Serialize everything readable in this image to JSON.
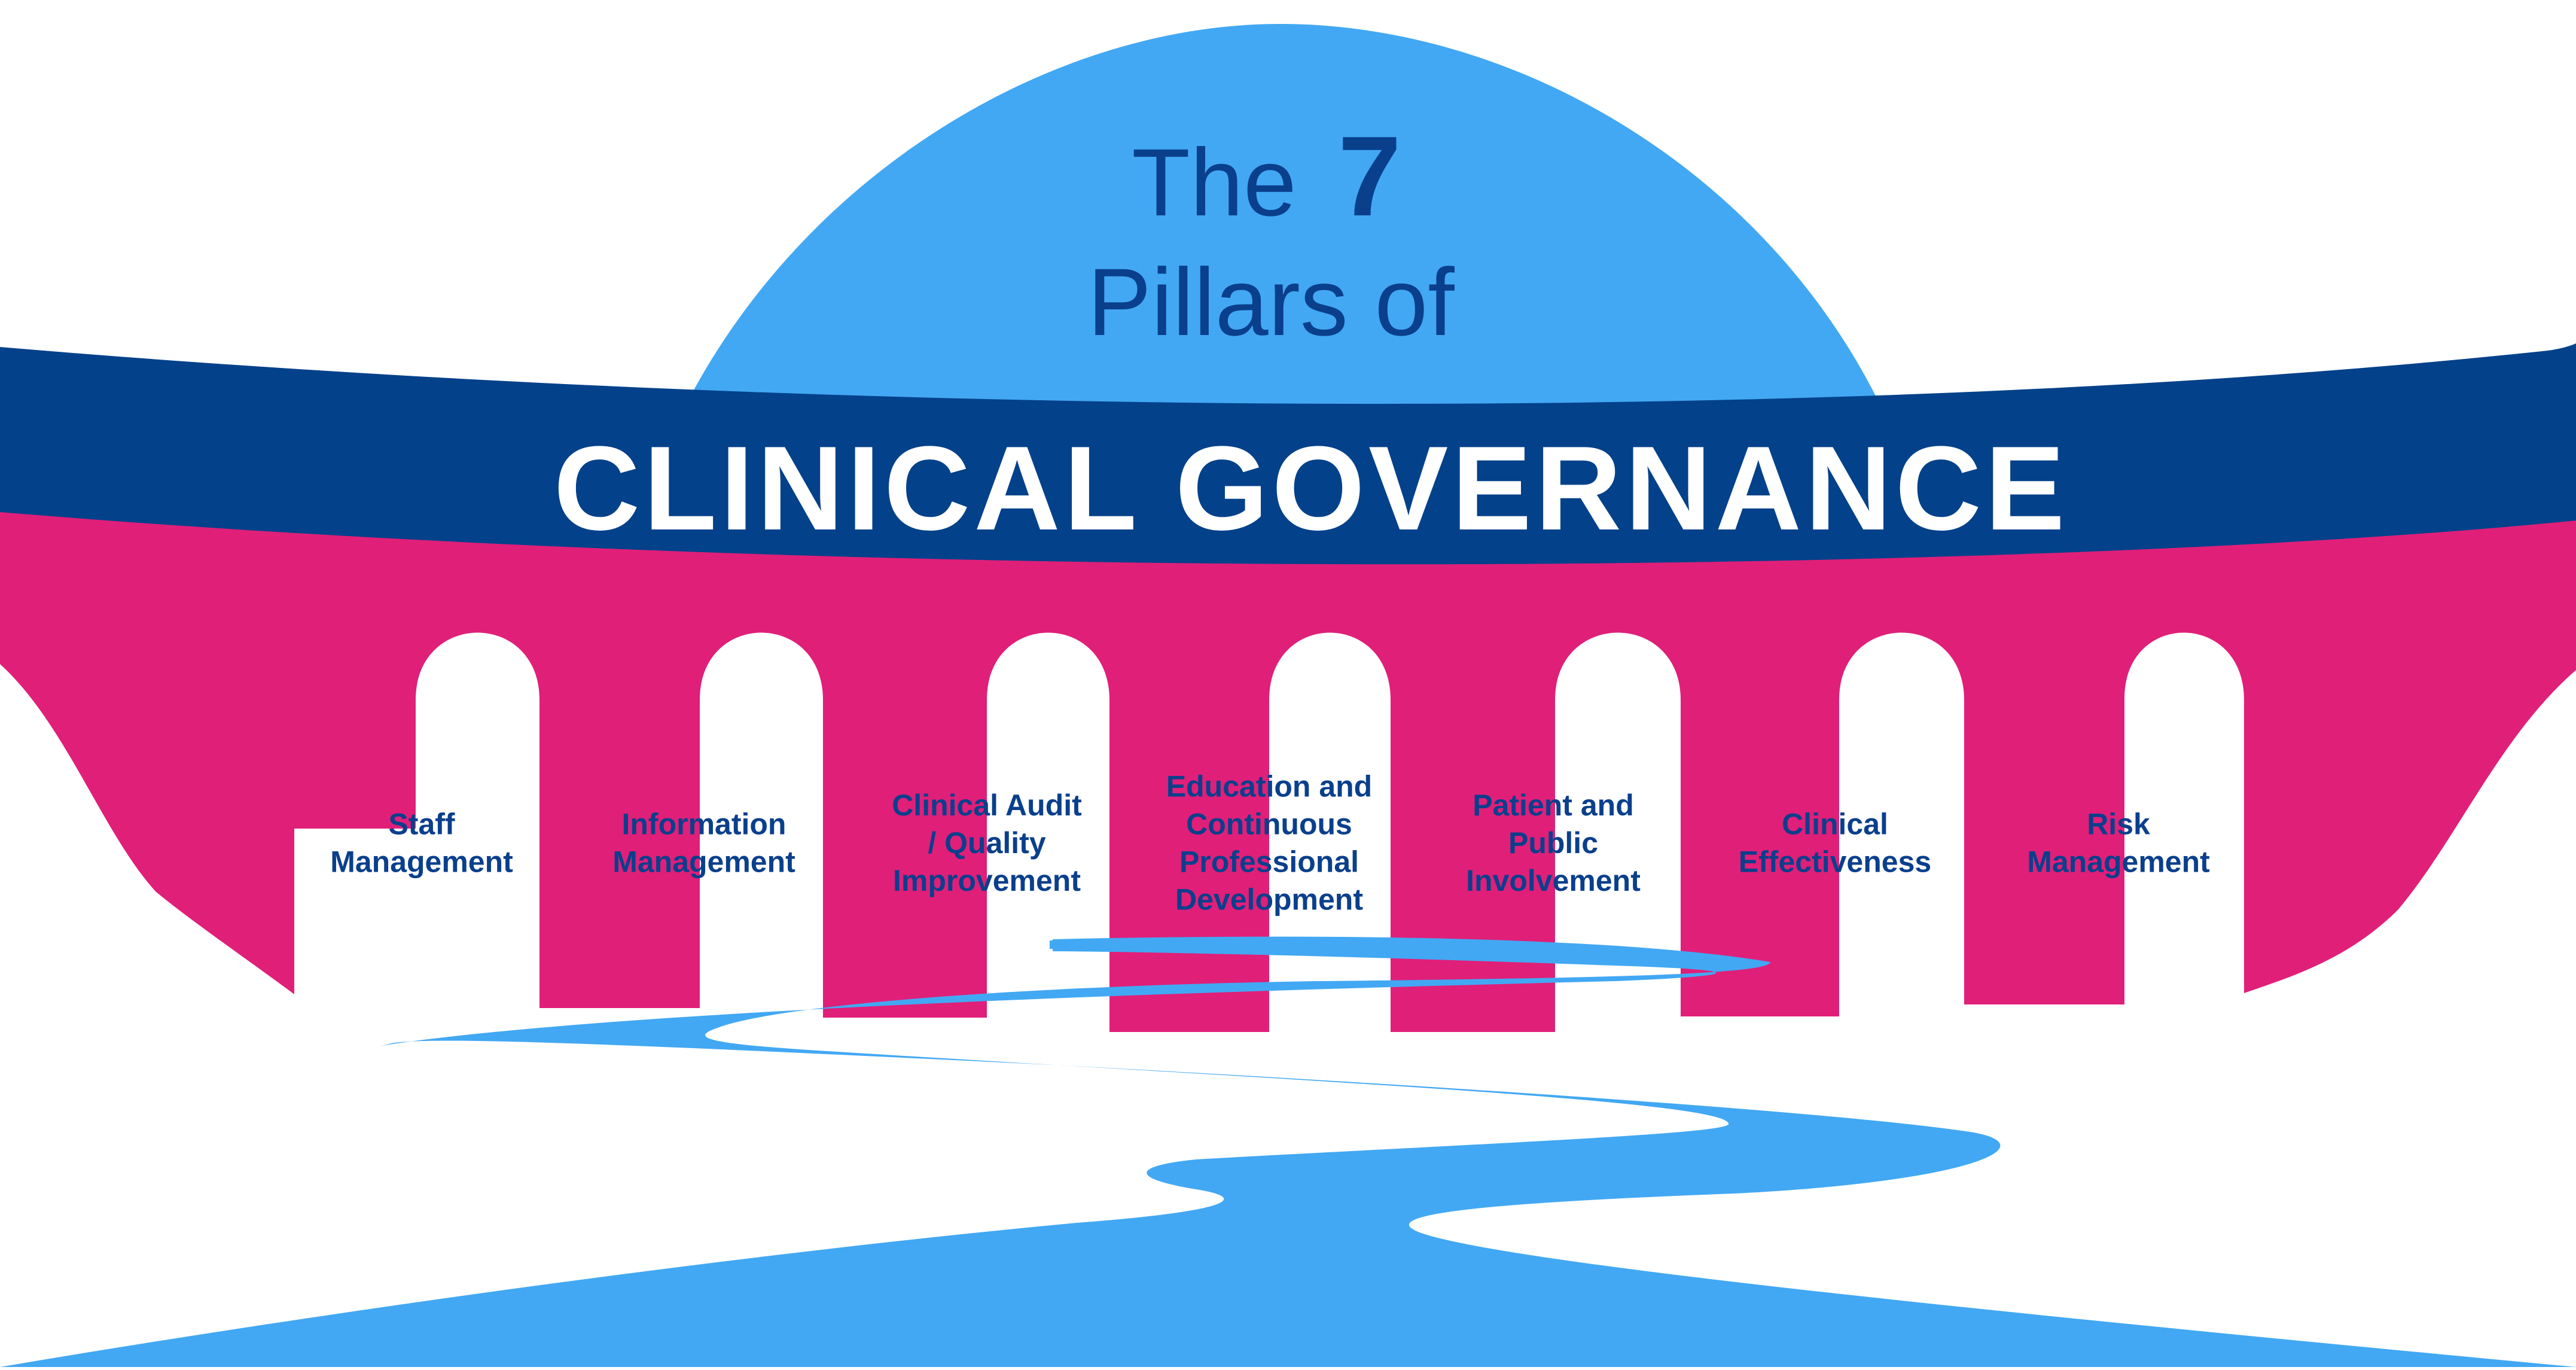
{
  "title": {
    "prefix": "The",
    "number": "7",
    "line2": "Pillars of",
    "banner": "CLINICAL GOVERNANCE"
  },
  "pillars": [
    {
      "lines": [
        "Staff",
        "Management"
      ]
    },
    {
      "lines": [
        "Information",
        "Management"
      ]
    },
    {
      "lines": [
        "Clinical Audit",
        "/ Quality",
        "Improvement"
      ]
    },
    {
      "lines": [
        "Education and",
        "Continuous",
        "Professional",
        "Development"
      ]
    },
    {
      "lines": [
        "Patient and",
        "Public",
        "Involvement"
      ]
    },
    {
      "lines": [
        "Clinical",
        "Effectiveness"
      ]
    },
    {
      "lines": [
        "Risk",
        "Management"
      ]
    }
  ],
  "colors": {
    "sky_dome": "#42a8f3",
    "banner_navy": "#03418a",
    "bridge_pink": "#e01f79",
    "river_blue": "#42a8f3",
    "text_navy": "#0a3f8c",
    "white": "#ffffff"
  }
}
